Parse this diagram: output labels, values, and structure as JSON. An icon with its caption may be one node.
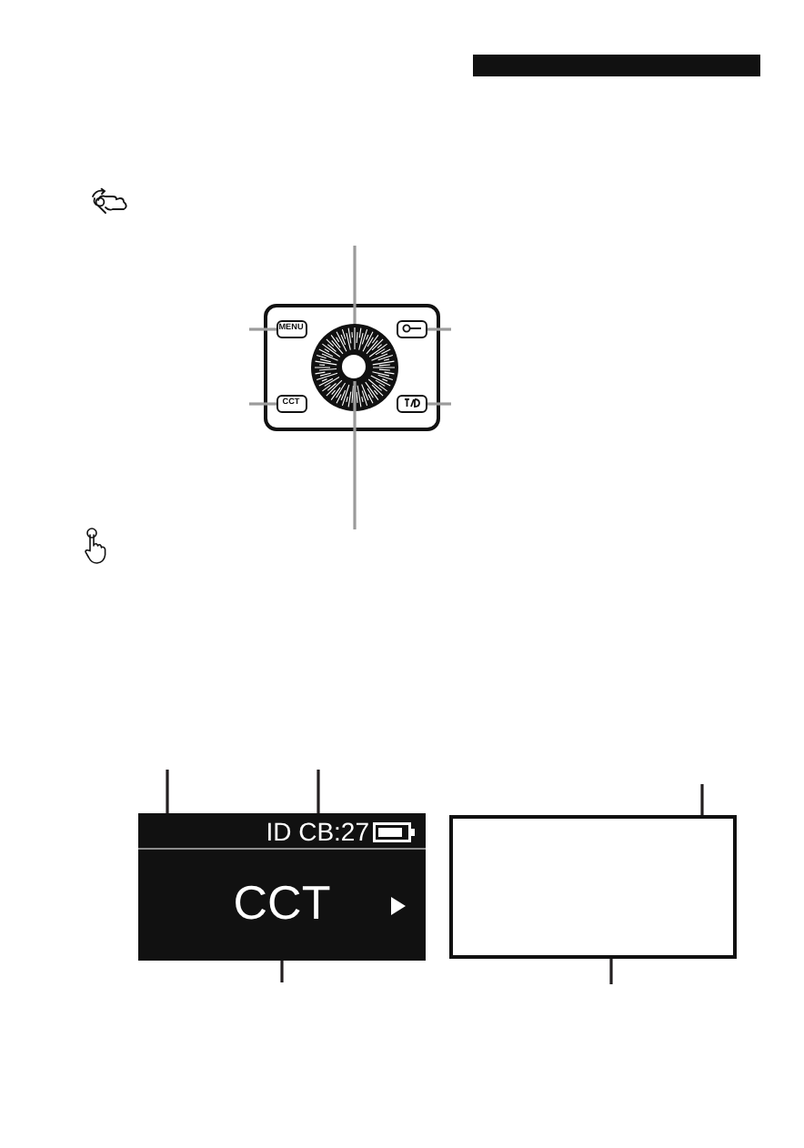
{
  "diagram": {
    "nodes": [
      {
        "text": [],
        "shape": "box"
      },
      {
        "text": [
          "MENU"
        ],
        "in": 0
      },
      {
        "text": [],
        "shape": "box",
        "in": 0
      },
      {
        "text": [],
        "shape": "circle",
        "in": 0
      },
      {
        "text": [],
        "shape": "circle",
        "in": 3
      },
      {
        "text": [
          "CCT"
        ],
        "in": 0
      },
      {
        "text": [],
        "shape": "box",
        "in": 0
      },
      {
        "text": [
          "CCT"
        ]
      },
      {
        "text": [
          "ID CB:27"
        ],
        "in": 7
      },
      {
        "text": [],
        "shape": "box"
      }
    ],
    "edges": [
      {
        "from": null,
        "to": 3,
        "arrow": "none"
      },
      {
        "from": null,
        "to": 1,
        "arrow": "none"
      },
      {
        "from": null,
        "to": 2,
        "arrow": "none"
      },
      {
        "from": null,
        "to": 5,
        "arrow": "none"
      },
      {
        "from": null,
        "to": 6,
        "arrow": "none"
      },
      {
        "from": null,
        "to": 4,
        "arrow": "none"
      },
      {
        "from": null,
        "to": 8,
        "arrow": "none",
        "color": "#231f20"
      },
      {
        "from": null,
        "to": 8,
        "arrow": "none",
        "color": "#231f20"
      },
      {
        "from": null,
        "to": 9,
        "arrow": "none",
        "color": "#231f20"
      },
      {
        "from": null,
        "to": 7,
        "arrow": "none",
        "color": "#231f20"
      },
      {
        "from": null,
        "to": 9,
        "arrow": "none",
        "color": "#231f20"
      }
    ]
  }
}
